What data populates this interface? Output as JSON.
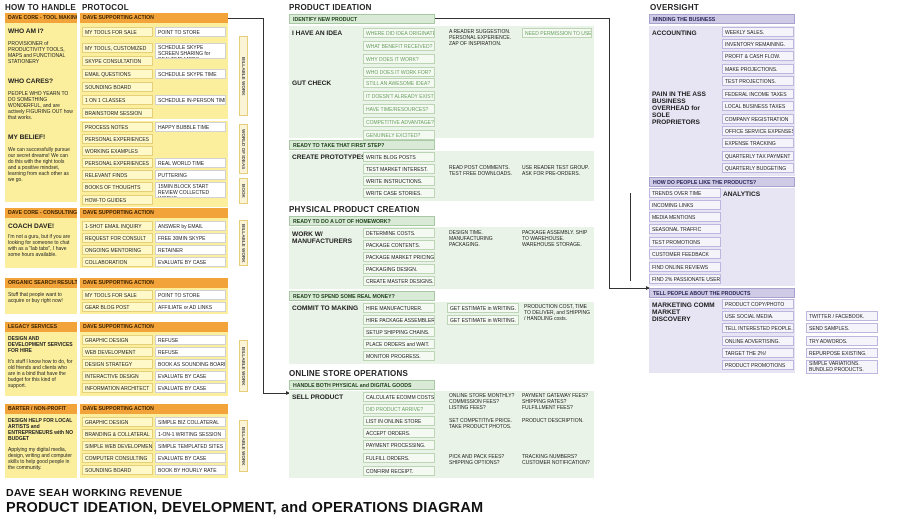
{
  "headers": {
    "how": "HOW TO HANDLE",
    "protocol": "PROTOCOL",
    "ideation": "PRODUCT IDEATION",
    "oversight": "OVERSIGHT"
  },
  "footer": {
    "line1": "DAVE SEAH WORKING REVENUE",
    "line2": "PRODUCT IDEATION, DEVELOPMENT, and OPERATIONS DIAGRAM"
  },
  "left": {
    "tool_making": {
      "bar": "DAVE CORE - TOOL MAKING",
      "who_am_i": "WHO AM I?",
      "who_text": "PROVISIONER of PRODUCTIVITY TOOLS, MAPS and FUNCTIONAL STATIONERY",
      "who_cares": "WHO CARES?",
      "cares_text": "PEOPLE WHO YEARN TO DO SOMETHING WONDERFUL, and are actively FIGURING OUT how that works.",
      "belief": "MY BELIEF!",
      "belief_text": "We can successfully pursue our secret dreams! We can do this with the right tools and a positive mindset, learning from each other as we go."
    },
    "consulting": {
      "bar": "DAVE CORE - CONSULTING",
      "coach": "COACH DAVE!",
      "text": "I'm not a guru, but if you are looking for someone to chat with as a \"lab tabs\", I have some hours available."
    },
    "organic": {
      "bar": "ORGANIC SEARCH RESULTS",
      "text": "Stuff that people want to acquire or buy right now!"
    },
    "legacy": {
      "bar": "LEGACY SERVICES",
      "heading": "DESIGN AND DEVELOPMENT SERVICES FOR HIRE",
      "text": "It's stuff I know how to do, for old friends and clients who are in a bind that have the budget for this kind of support."
    },
    "barter": {
      "bar": "BARTER / NON-PROFIT",
      "heading": "DESIGN HELP FOR LOCAL ARTISTS and ENTREPRENEURS with NO BUDGET",
      "text": "Applying my digital media, design, writing and computer skills to help good people in the community."
    }
  },
  "protocol": {
    "g1": {
      "bar": "DAVE SUPPORTING ACTION",
      "rows": [
        [
          "MY TOOLS FOR SALE",
          "POINT TO STORE"
        ],
        [
          "MY TOOLS, CUSTOMIZED",
          "SCHEDULE SKYPE SCREEN SHARING for REALTIME MODS"
        ],
        [
          "SKYPE CONSULTATION",
          ""
        ],
        [
          "EMAIL QUESTIONS",
          "SCHEDULE SKYPE TIME"
        ],
        [
          "SOUNDING BOARD",
          ""
        ],
        [
          "1 ON 1 CLASSES",
          "SCHEDULE IN-PERSON TIME"
        ],
        [
          "BRAINSTORM SESSION",
          ""
        ]
      ],
      "tab": "BILLABLE WORK"
    },
    "g2": {
      "rows": [
        [
          "PROCESS NOTES",
          "HAPPY BUBBLE TIME"
        ],
        [
          "PERSONAL EXPERIENCES",
          ""
        ],
        [
          "WORKING EXAMPLES",
          ""
        ],
        [
          "PERSONAL EXPERIENCES",
          "REAL WORLD TIME"
        ],
        [
          "RELEVANT FINDS",
          "PUTTERING"
        ],
        [
          "BOOKS OF THOUGHTS",
          "15MIN BLOCK START REVIEW COLLECTED WORKS"
        ],
        [
          "HOW-TO GUIDES",
          ""
        ]
      ],
      "tab1": "WORLD OF IDEAS",
      "tab2": "BOOK"
    },
    "g3": {
      "bar": "DAVE SUPPORTING ACTION",
      "rows": [
        [
          "1-SHOT EMAIL INQUIRY",
          "ANSWER by EMAIL"
        ],
        [
          "REQUEST FOR CONSULT",
          "FREE 30MIN SKYPE"
        ],
        [
          "ONGOING MENTORING",
          "RETAINER"
        ],
        [
          "COLLABORATION",
          "EVALUATE BY CASE"
        ]
      ],
      "tab": "BILLABLE WORK"
    },
    "g4": {
      "bar": "DAVE SUPPORTING ACTION",
      "rows": [
        [
          "MY TOOLS FOR SALE",
          "POINT TO STORE"
        ],
        [
          "GEAR BLOG POST",
          "AFFILIATE or AD LINKS"
        ]
      ]
    },
    "g5": {
      "bar": "DAVE SUPPORTING ACTION",
      "rows": [
        [
          "GRAPHIC DESIGN",
          "REFUSE"
        ],
        [
          "WEB DEVELOPMENT",
          "REFUSE"
        ],
        [
          "DESIGN STRATEGY",
          "BOOK AS SOUNDING BOARD"
        ],
        [
          "INTERACTIVE DESIGN",
          "EVALUATE BY CASE"
        ],
        [
          "INFORMATION ARCHITECT",
          "EVALUATE BY CASE"
        ]
      ],
      "tab": "BILLABLE WORK"
    },
    "g6": {
      "bar": "DAVE SUPPORTING ACTION",
      "rows": [
        [
          "GRAPHIC DESIGN",
          "SIMPLE BIZ COLLATERAL"
        ],
        [
          "BRANDING & COLLATERAL",
          "1-ON-1 WRITING SESSION"
        ],
        [
          "SIMPLE WEB DEVELOPMENT",
          "SIMPLE TEMPLATED SITES"
        ],
        [
          "COMPUTER CONSULTING",
          "EVALUATE BY CASE"
        ],
        [
          "SOUNDING BOARD",
          "BOOK BY HOURLY RATE"
        ]
      ],
      "tab": "BILLABLE WORK"
    }
  },
  "ideation": {
    "identify_bar": "IDENTIFY NEW PRODUCT",
    "have_idea": "I HAVE AN IDEA",
    "idea_q": [
      "WHERE DID IDEA ORIGINATE?",
      "WHAT BENEFIT RECEIVED?",
      "WHY DOES IT WORK?",
      "WHO DOES IT WORK FOR?"
    ],
    "idea_note": "A READER SUGGESTION. PERSONAL EXPERIENCE. ZAP OF INSPIRATION.",
    "idea_perm": "NEED PERMISSION TO USE?",
    "gut_check": "GUT CHECK",
    "gut_q": [
      "STILL AN AWESOME IDEA?",
      "IT DOESN'T ALREADY EXIST?",
      "HAVE TIME/RESOURCES?",
      "COMPETITIVE ADVANTAGE?",
      "GENUINELY EXCITED?"
    ],
    "ready_bar": "READY TO TAKE THAT FIRST STEP?",
    "prototypes": "CREATE PROTOTYPES",
    "proto_rows": [
      "WRITE BLOG POSTS",
      "TEST MARKET INTEREST.",
      "WRITE INSTRUCTIONS.",
      "WRITE CASE STORIES."
    ],
    "proto_note1": "READ POST COMMENTS. TEST FREE DOWNLOADS.",
    "proto_note2": "USE READER TEST GROUP. ASK FOR PRE-ORDERS.",
    "physical_title": "PHYSICAL PRODUCT CREATION",
    "homework_bar": "READY TO DO A LOT OF HOMEWORK?",
    "work_mfg": "WORK W/ MANUFACTURERS",
    "mfg_rows": [
      "DETERMINE COSTS.",
      "PACKAGE CONTENTS.",
      "PACKAGE MARKET PRICING.",
      "PACKAGING DESIGN.",
      "CREATE MASTER DESIGNS."
    ],
    "mfg_note1": "DESIGN TIME. MANUFACTURING PACKAGING.",
    "mfg_note2": "PACKAGE ASSEMBLY. SHIP TO WAREHOUSE. WAREHOUSE STORAGE.",
    "money_bar": "READY TO SPEND SOME REAL MONEY?",
    "commit": "COMMIT TO MAKING",
    "commit_rows": [
      "HIRE MANUFACTURER.",
      "HIRE PACKAGE ASSEMBLERS.",
      "SETUP SHIPPING CHAINS.",
      "PLACE ORDERS and WAIT.",
      "MONITOR PROGRESS."
    ],
    "commit_note1": "GET ESTIMATE in WRITING.",
    "commit_note2": "GET ESTIMATE in WRITING.",
    "commit_note3": "PRODUCTION COST, TIME TO DELIVER, and SHIPPING / HANDLING costs.",
    "online_title": "ONLINE STORE OPERATIONS",
    "online_bar": "HANDLE BOTH PHYSICAL and DIGITAL GOODS",
    "sell": "SELL PRODUCT",
    "sell_rows": [
      "CALCULATE ECOMM COSTS.",
      "DID PRODUCT ARRIVE?",
      "LIST IN ONLINE STORE",
      "ACCEPT ORDERS.",
      "PAYMENT PROCESSING.",
      "FULFILL ORDERS.",
      "CONFIRM RECEIPT."
    ],
    "sell_note1": "ONLINE STORE MONTHLY? COMMISSION FEES? LISTING FEES?",
    "sell_note2": "PAYMENT GATEWAY FEES? SHIPPING RATES? FULFILLMENT FEES?",
    "sell_note3": "SET COMPETITIVE PRICE. TAKE PRODUCT PHOTOS.",
    "sell_note4": "PRODUCT DESCRIPTION.",
    "sell_note5": "PICK AND PACK FEES? SHIPPING OPTIONS?",
    "sell_note6": "TRACKING NUMBERS? CUSTOMER NOTIFICATION?"
  },
  "oversight": {
    "mind_bar": "MINDING THE BUSINESS",
    "accounting": "ACCOUNTING",
    "acc_rows": [
      "WEEKLY SALES.",
      "INVENTORY REMAINING.",
      "PROFIT & CASH FLOW.",
      "MAKE PROJECTIONS.",
      "TEST PROJECTIONS."
    ],
    "pain": "PAIN IN THE ASS BUSINESS OVERHEAD for SOLE PROPRIETORS",
    "pain_rows": [
      "FEDERAL INCOME TAXES",
      "LOCAL BUSINESS TAXES",
      "COMPANY REGISTRATION",
      "OFFICE SERVICE EXPENSES",
      "EXPENSE TRACKING",
      "QUARTERLY TAX PAYMENT",
      "QUARTERLY BUDGETING"
    ],
    "like_bar": "HOW DO PEOPLE LIKE THE PRODUCTS?",
    "analytics": "ANALYTICS",
    "ana_rows": [
      "TRENDS OVER TIME",
      "INCOMING LINKS",
      "MEDIA MENTIONS",
      "SEASONAL TRAFFIC",
      "TEST PROMOTIONS",
      "CUSTOMER FEEDBACK",
      "FIND ONLINE REVIEWS",
      "FIND 2% PASSIONATE USERS"
    ],
    "tell_bar": "TELL PEOPLE ABOUT THE PRODUCTS",
    "marketing": "MARKETING COMM MARKET DISCOVERY",
    "mkt_rows": [
      "PRODUCT COPY/PHOTO",
      "USE SOCIAL MEDIA.",
      "TELL INTERESTED PEOPLE.",
      "ONLINE ADVERTISING.",
      "TARGET THE 2%!",
      "PRODUCT PROMOTIONS"
    ],
    "mkt_notes": [
      "TWITTER / FACEBOOK.",
      "SEND SAMPLES.",
      "TRY ADWORDS.",
      "REPURPOSE EXISTING.",
      "SIMPLE VARIATIONS. BUNDLED PRODUCTS."
    ]
  }
}
